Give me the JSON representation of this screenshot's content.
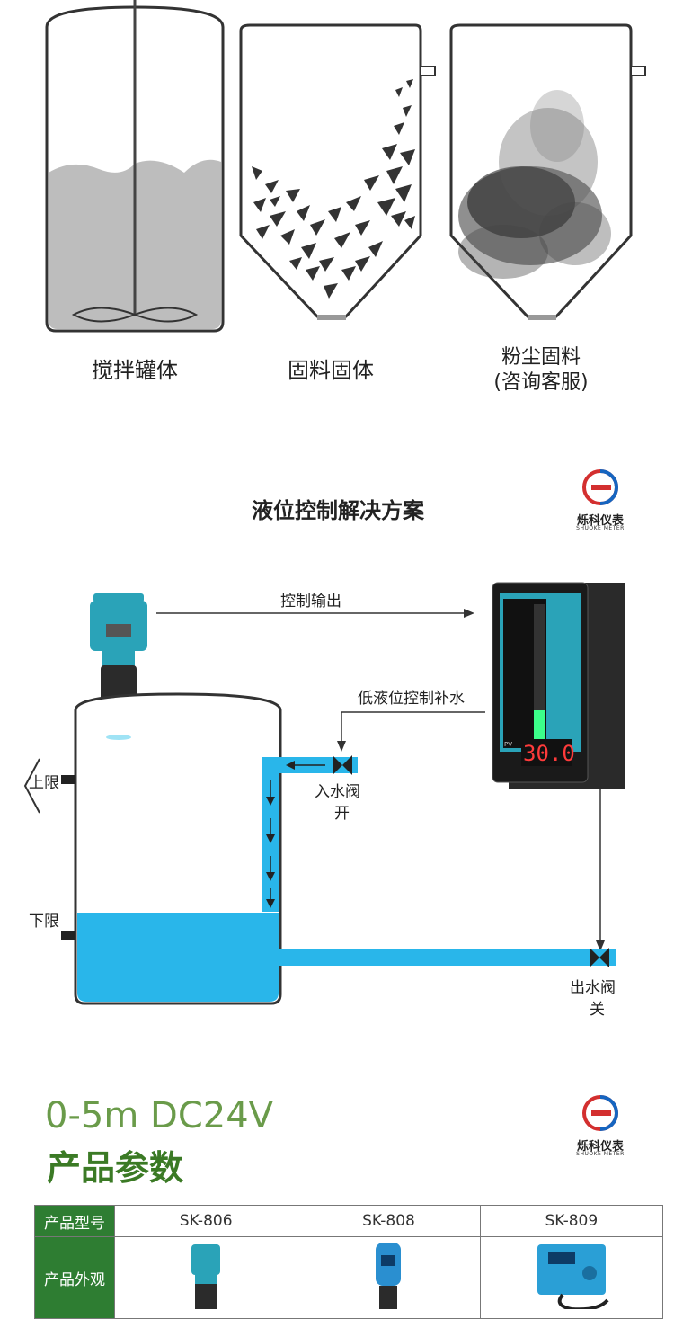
{
  "tanks": {
    "items": [
      {
        "caption": "搅拌罐体"
      },
      {
        "caption": "固料固体"
      },
      {
        "caption": "粉尘固料",
        "caption2": "(咨询客服)"
      }
    ]
  },
  "solution": {
    "title": "液位控制解决方案",
    "logo_name": "烁科仪表",
    "logo_sub": "SHUOKE METER",
    "control_output": "控制输出",
    "low_level": "低液位控制补水",
    "upper_limit": "上限",
    "lower_limit": "下限",
    "inlet_valve": "入水阀",
    "inlet_state": "开",
    "outlet_valve": "出水阀",
    "outlet_state": "关",
    "display_value": "30.0",
    "display_unit": "PV"
  },
  "params": {
    "subtitle": "0-5m DC24V",
    "title": "产品参数",
    "logo_name": "烁科仪表",
    "logo_sub": "SHUOKE METER",
    "row_model_label": "产品型号",
    "row_look_label": "产品外观",
    "models": [
      "SK-806",
      "SK-808",
      "SK-809"
    ]
  },
  "colors": {
    "water": "#29b6ea",
    "device_teal": "#2aa3b8",
    "table_header": "#2e7d32",
    "subtitle_green": "#6a9b4a",
    "title_green": "#3b7a25",
    "logo_red": "#d32f2f",
    "logo_blue": "#1565c0"
  }
}
